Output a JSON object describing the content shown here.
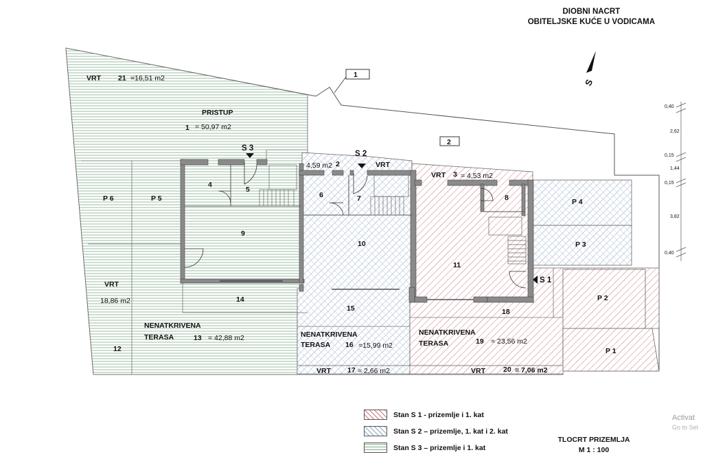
{
  "title": {
    "line1": "DIOBNI NACRT",
    "line2": "OBITELJSKE KUĆE U VODICAMA"
  },
  "north": {
    "letter": "S"
  },
  "markers": {
    "m1": "1",
    "m2": "2"
  },
  "dimensions": [
    "0,40",
    "2,62",
    "0,15",
    "1,44",
    "0,15",
    "3,82",
    "0,40"
  ],
  "labels": {
    "vrt21_word": "VRT",
    "vrt21_num": "21",
    "vrt21_area": "=16,51 m2",
    "pristup": "PRISTUP",
    "pristup_num": "1",
    "pristup_area": "= 50,97 m2",
    "s3": "S 3",
    "s2": "S 2",
    "s1": "S 1",
    "area4_59": "4,59 m2",
    "n2": "2",
    "vrt_s2": "VRT",
    "vrt3_word": "VRT",
    "n3": "3",
    "n3_area": "= 4,53 m2",
    "p6": "P 6",
    "p5": "P 5",
    "p4": "P 4",
    "p3": "P 3",
    "p2": "P 2",
    "p1": "P 1",
    "r4": "4",
    "r5": "5",
    "r6": "6",
    "r7": "7",
    "r8": "8",
    "r9": "9",
    "r10": "10",
    "r11": "11",
    "vrt_left": "VRT",
    "vrt_left_area": "18,86 m2",
    "r14": "14",
    "r15": "15",
    "r18": "18",
    "r12": "12",
    "t13_l1": "NENATKRIVENA",
    "t13_l2": "TERASA",
    "t13_num": "13",
    "t13_area": "= 42,88 m2",
    "t16_l1": "NENATKRIVENA",
    "t16_l2": "TERASA",
    "t16_num": "16",
    "t16_area": "=15,99 m2",
    "t19_l1": "NENATKRIVENA",
    "t19_l2": "TERASA",
    "t19_num": "19",
    "t19_area": "= 23,56 m2",
    "vrt17_word": "VRT",
    "vrt17_num": "17",
    "vrt17_area": "= 2,66 m2",
    "vrt20_word": "VRT",
    "vrt20_num": "20",
    "vrt20_area": "= 7,06 m2"
  },
  "legend": {
    "s1": "Stan S 1 - prizemlje i 1. kat",
    "s2": "Stan S 2 – prizemlje, 1. kat i 2. kat",
    "s3": "Stan S 3 – prizemlje i 1. kat"
  },
  "footer": {
    "line1": "TLOCRT PRIZEMLJA",
    "line2": "M 1 : 100"
  },
  "watermark": {
    "line1": "Activat",
    "line2": "Go to Set"
  },
  "colors": {
    "s1": "#c8606a",
    "s2": "#7a93b4",
    "s3": "#6fa27a",
    "wall": "#8a8a8a"
  }
}
